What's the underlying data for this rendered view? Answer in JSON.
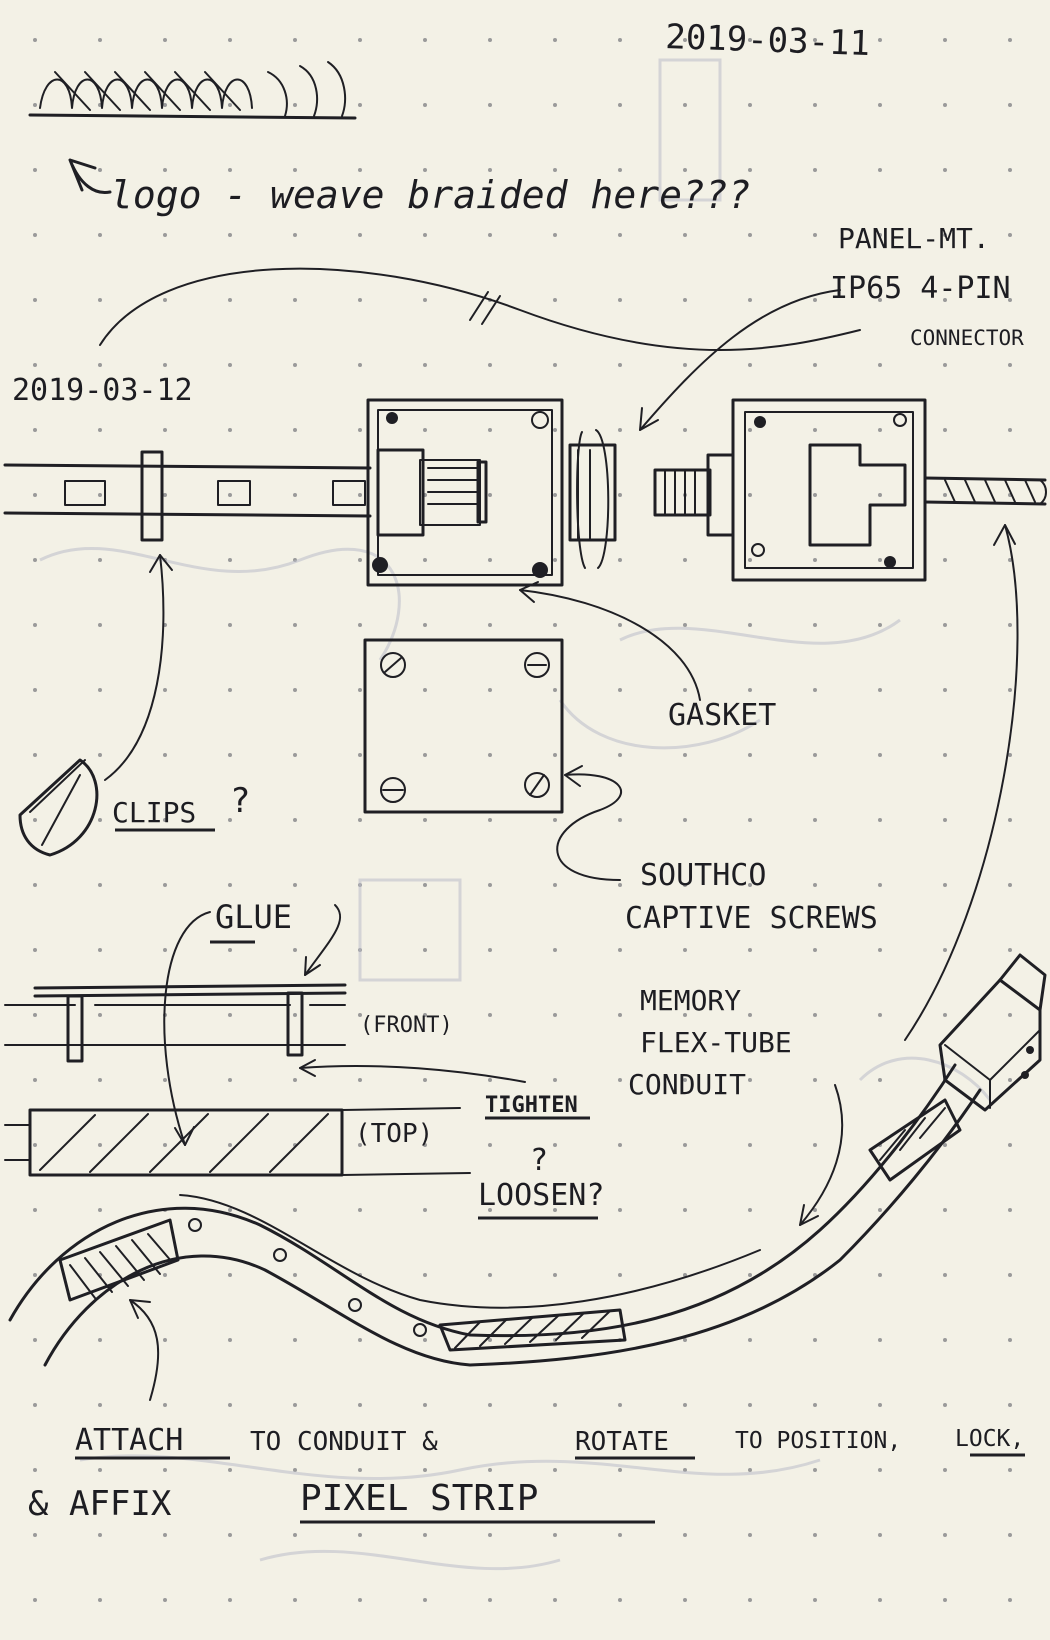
{
  "notes": {
    "date_top": "2019-03-11",
    "logo_question": "logo - weave braided here???",
    "date_second": "2019-03-12",
    "connector_label_1": "PANEL-MT.",
    "connector_label_2": "IP65 4-PIN",
    "connector_label_3": "CONNECTOR",
    "gasket": "GASKET",
    "clips": "CLIPS",
    "clips_mark": "?",
    "screws_1": "SOUTHCO",
    "screws_2": "CAPTIVE SCREWS",
    "glue": "GLUE",
    "front": "(FRONT)",
    "top": "(TOP)",
    "tighten": "TIGHTEN",
    "question": "?",
    "loosen": "LOOSEN?",
    "conduit_1": "MEMORY",
    "conduit_2": "FLEX-TUBE",
    "conduit_3": "CONDUIT",
    "bottom_line_1": {
      "attach": "ATTACH",
      "to_conduit": "TO CONDUIT &",
      "rotate": "ROTATE",
      "to_position": "TO POSITION,",
      "lock": "LOCK,"
    },
    "bottom_line_2": {
      "amp_affix": "& AFFIX",
      "pixel_strip": "PIXEL STRIP"
    }
  },
  "icons": [
    "braid-sample-icon",
    "strip-clip-icon",
    "connector-box-icon",
    "cover-plate-icon",
    "conduit-icon"
  ],
  "colors": {
    "paper": "#f3f1e6",
    "ink": "#1f1f24",
    "ghost": "#b9bcc8",
    "dot": "#9a9a9a"
  }
}
